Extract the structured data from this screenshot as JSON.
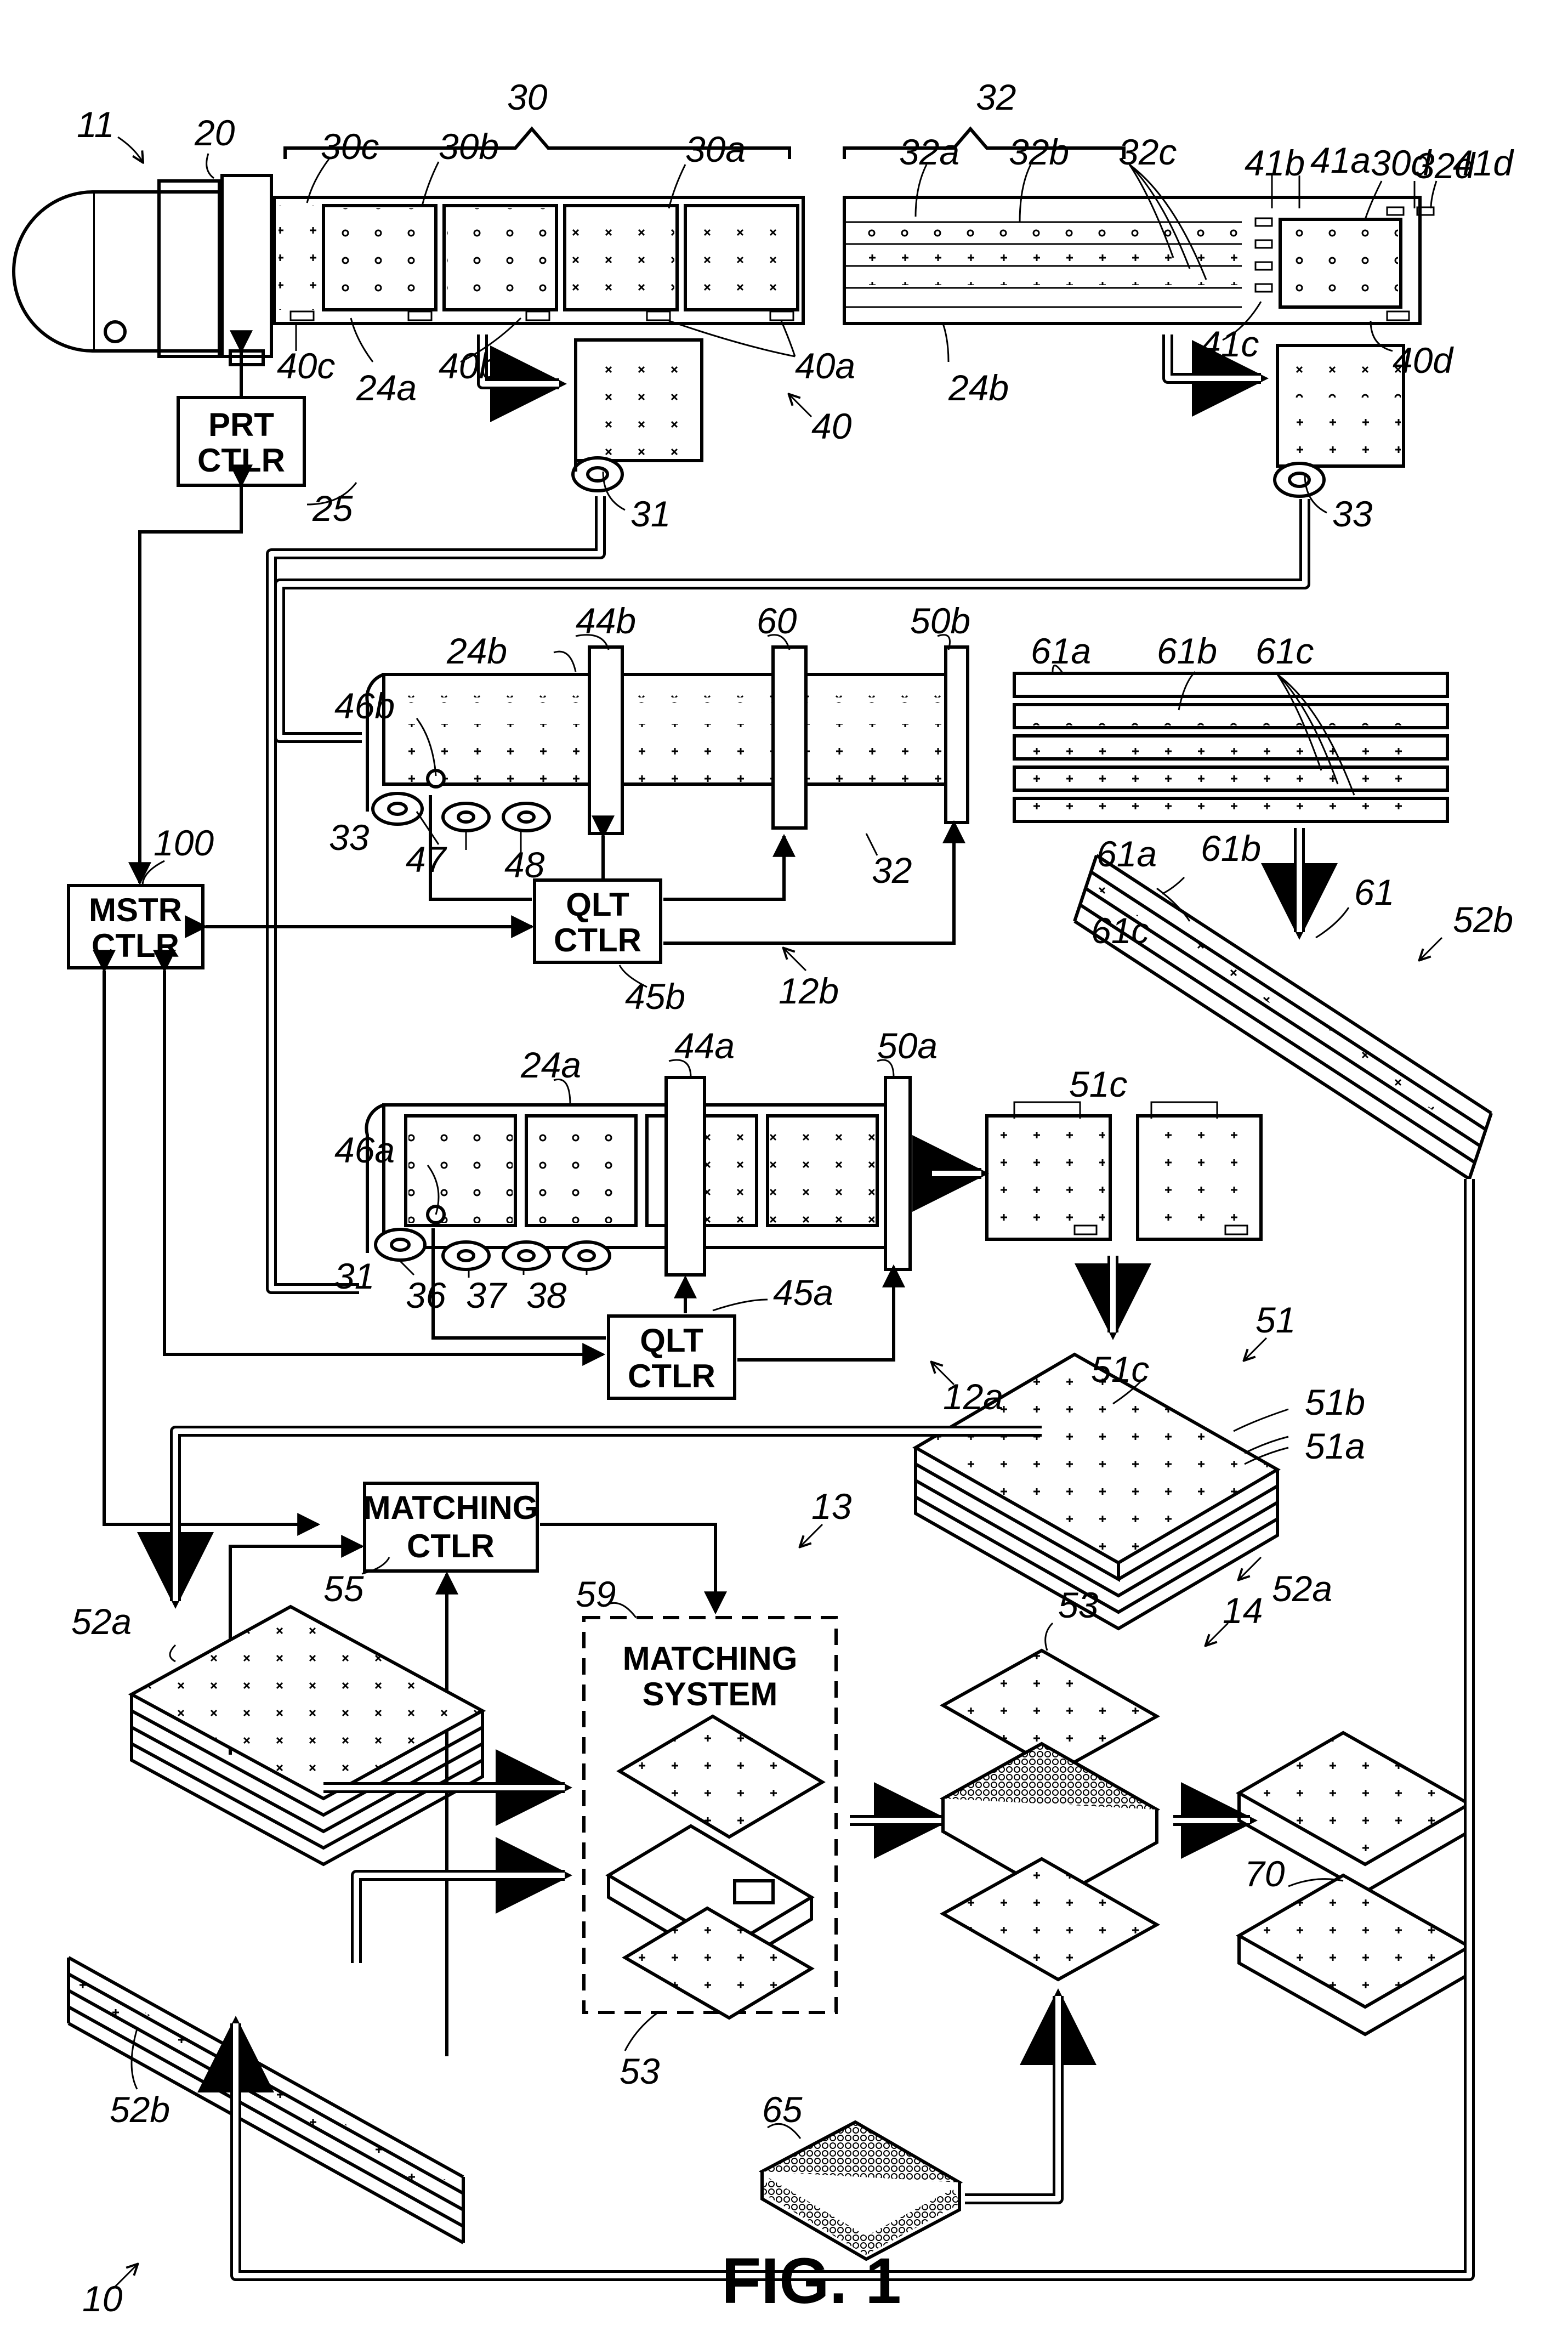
{
  "figure": {
    "title": "FIG. 1"
  },
  "boxes": {
    "printer_controller": [
      "PRT",
      "CTLR"
    ],
    "master_controller": [
      "MSTR",
      "CTLR"
    ],
    "quality_controller_b": [
      "QLT",
      "CTLR"
    ],
    "quality_controller_a": [
      "QLT",
      "CTLR"
    ],
    "matching_controller": [
      "MATCHING",
      "CTLR"
    ],
    "matching_system": [
      "MATCHING",
      "SYSTEM"
    ]
  },
  "labels": {
    "l11": "11",
    "l20": "20",
    "l30": "30",
    "l32": "32",
    "l30c": "30c",
    "l30b": "30b",
    "l30a": "30a",
    "l32a": "32a",
    "l32b": "32b",
    "l32c": "32c",
    "l41b": "41b",
    "l41a": "41a",
    "l30d": "30d",
    "l32d": "32d",
    "l41d": "41d",
    "l40c": "40c",
    "l24a_top": "24a",
    "l40b": "40b",
    "l40a": "40a",
    "l40": "40",
    "l24b_top": "24b",
    "l41c": "41c",
    "l40d": "40d",
    "l25": "25",
    "l31_top": "31",
    "l33_top": "33",
    "l24b_mid": "24b",
    "l44b": "44b",
    "l60": "60",
    "l50b": "50b",
    "l61a": "61a",
    "l61b": "61b",
    "l61c": "61c",
    "l46b": "46b",
    "l33_mid": "33",
    "l47": "47",
    "l48": "48",
    "l32_mid": "32",
    "l100": "100",
    "l45b": "45b",
    "l12b": "12b",
    "l61a_2": "61a",
    "l61b_2": "61b",
    "l61c_2": "61c",
    "l61": "61",
    "l52b_top": "52b",
    "l24a_mid": "24a",
    "l44a": "44a",
    "l50a": "50a",
    "l51c_top": "51c",
    "l46a": "46a",
    "l31_mid": "31",
    "l36": "36",
    "l37": "37",
    "l38": "38",
    "l45a": "45a",
    "l12a": "12a",
    "l51": "51",
    "l51c": "51c",
    "l51b": "51b",
    "l51a": "51a",
    "l52a_right": "52a",
    "l13": "13",
    "l55": "55",
    "l59": "59",
    "l52a_left": "52a",
    "l53_top": "53",
    "l14": "14",
    "l70": "70",
    "l53_bottom": "53",
    "l52b_bottom": "52b",
    "l65": "65",
    "l10": "10"
  }
}
